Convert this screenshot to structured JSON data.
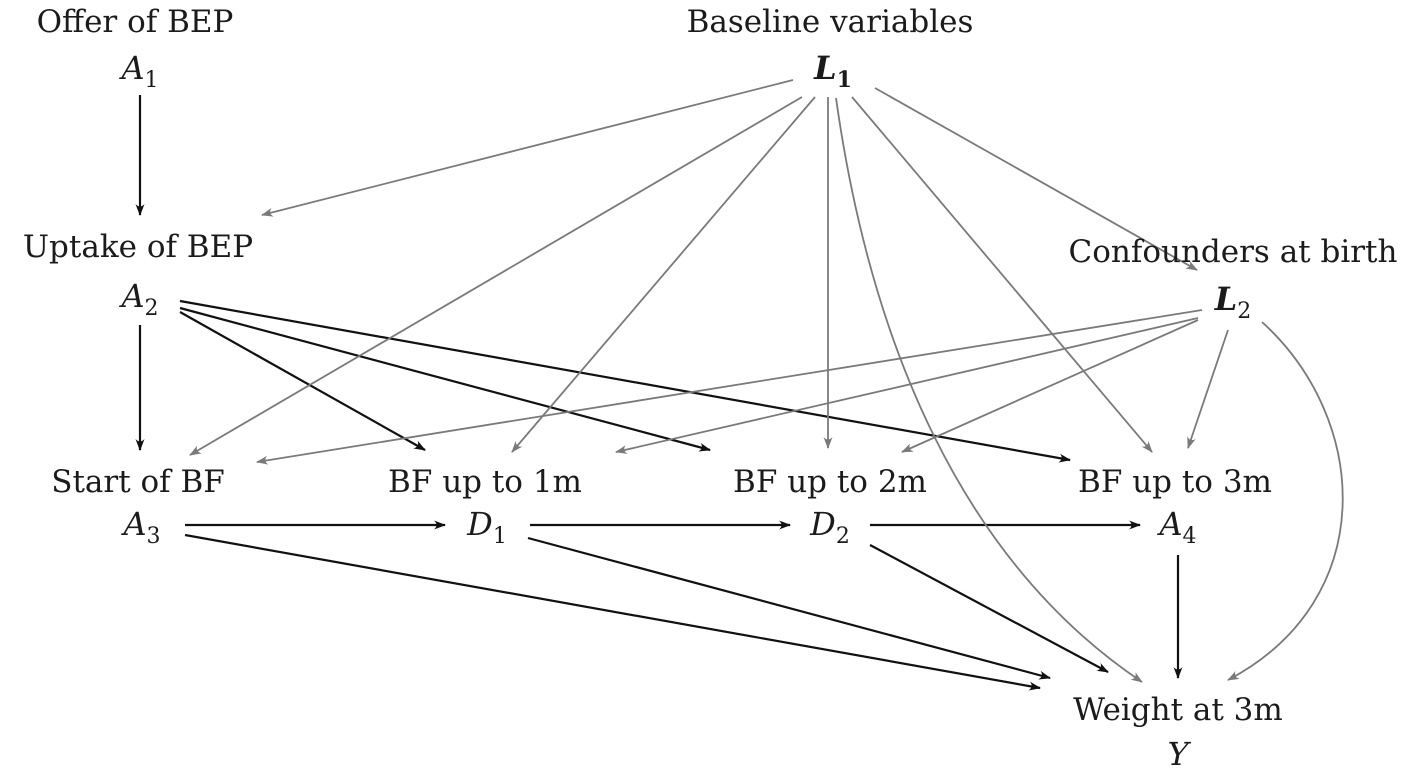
{
  "nodes": {
    "A1": {
      "label": "Offer of BEP",
      "symbol": "A",
      "sub": "1",
      "bold": false
    },
    "L1": {
      "label": "Baseline variables",
      "symbol": "L",
      "sub": "1",
      "bold": true
    },
    "A2": {
      "label": "Uptake of BEP",
      "symbol": "A",
      "sub": "2",
      "bold": false
    },
    "L2": {
      "label": "Confounders at birth",
      "symbol": "L",
      "sub": "2",
      "bold": true
    },
    "A3": {
      "label": "Start of BF",
      "symbol": "A",
      "sub": "3",
      "bold": false
    },
    "D1": {
      "label": "BF up to 1m",
      "symbol": "D",
      "sub": "1",
      "bold": false
    },
    "D2": {
      "label": "BF up to 2m",
      "symbol": "D",
      "sub": "2",
      "bold": false
    },
    "A4": {
      "label": "BF up to 3m",
      "symbol": "A",
      "sub": "4",
      "bold": false
    },
    "Y": {
      "label": "Weight at 3m",
      "symbol": "Y",
      "sub": "",
      "bold": false
    }
  },
  "edges": [
    {
      "from": "A1",
      "to": "A2",
      "style": "dark"
    },
    {
      "from": "A2",
      "to": "A3",
      "style": "dark"
    },
    {
      "from": "A2",
      "to": "D1",
      "style": "dark"
    },
    {
      "from": "A2",
      "to": "D2",
      "style": "dark"
    },
    {
      "from": "A2",
      "to": "A4",
      "style": "dark"
    },
    {
      "from": "A3",
      "to": "D1",
      "style": "dark"
    },
    {
      "from": "D1",
      "to": "D2",
      "style": "dark"
    },
    {
      "from": "D2",
      "to": "A4",
      "style": "dark"
    },
    {
      "from": "A3",
      "to": "Y",
      "style": "dark"
    },
    {
      "from": "D1",
      "to": "Y",
      "style": "dark"
    },
    {
      "from": "D2",
      "to": "Y",
      "style": "dark"
    },
    {
      "from": "A4",
      "to": "Y",
      "style": "dark"
    },
    {
      "from": "L1",
      "to": "A2",
      "style": "gray"
    },
    {
      "from": "L1",
      "to": "A3",
      "style": "gray"
    },
    {
      "from": "L1",
      "to": "D1",
      "style": "gray"
    },
    {
      "from": "L1",
      "to": "D2",
      "style": "gray"
    },
    {
      "from": "L1",
      "to": "A4",
      "style": "gray"
    },
    {
      "from": "L1",
      "to": "L2",
      "style": "gray"
    },
    {
      "from": "L1",
      "to": "Y",
      "style": "gray"
    },
    {
      "from": "L2",
      "to": "A3",
      "style": "gray"
    },
    {
      "from": "L2",
      "to": "D1",
      "style": "gray"
    },
    {
      "from": "L2",
      "to": "D2",
      "style": "gray"
    },
    {
      "from": "L2",
      "to": "A4",
      "style": "gray"
    },
    {
      "from": "L2",
      "to": "Y",
      "style": "gray"
    }
  ],
  "colors": {
    "dark_edge": "#111111",
    "gray_edge": "#7a7a7a",
    "text": "#1b1b1b"
  }
}
